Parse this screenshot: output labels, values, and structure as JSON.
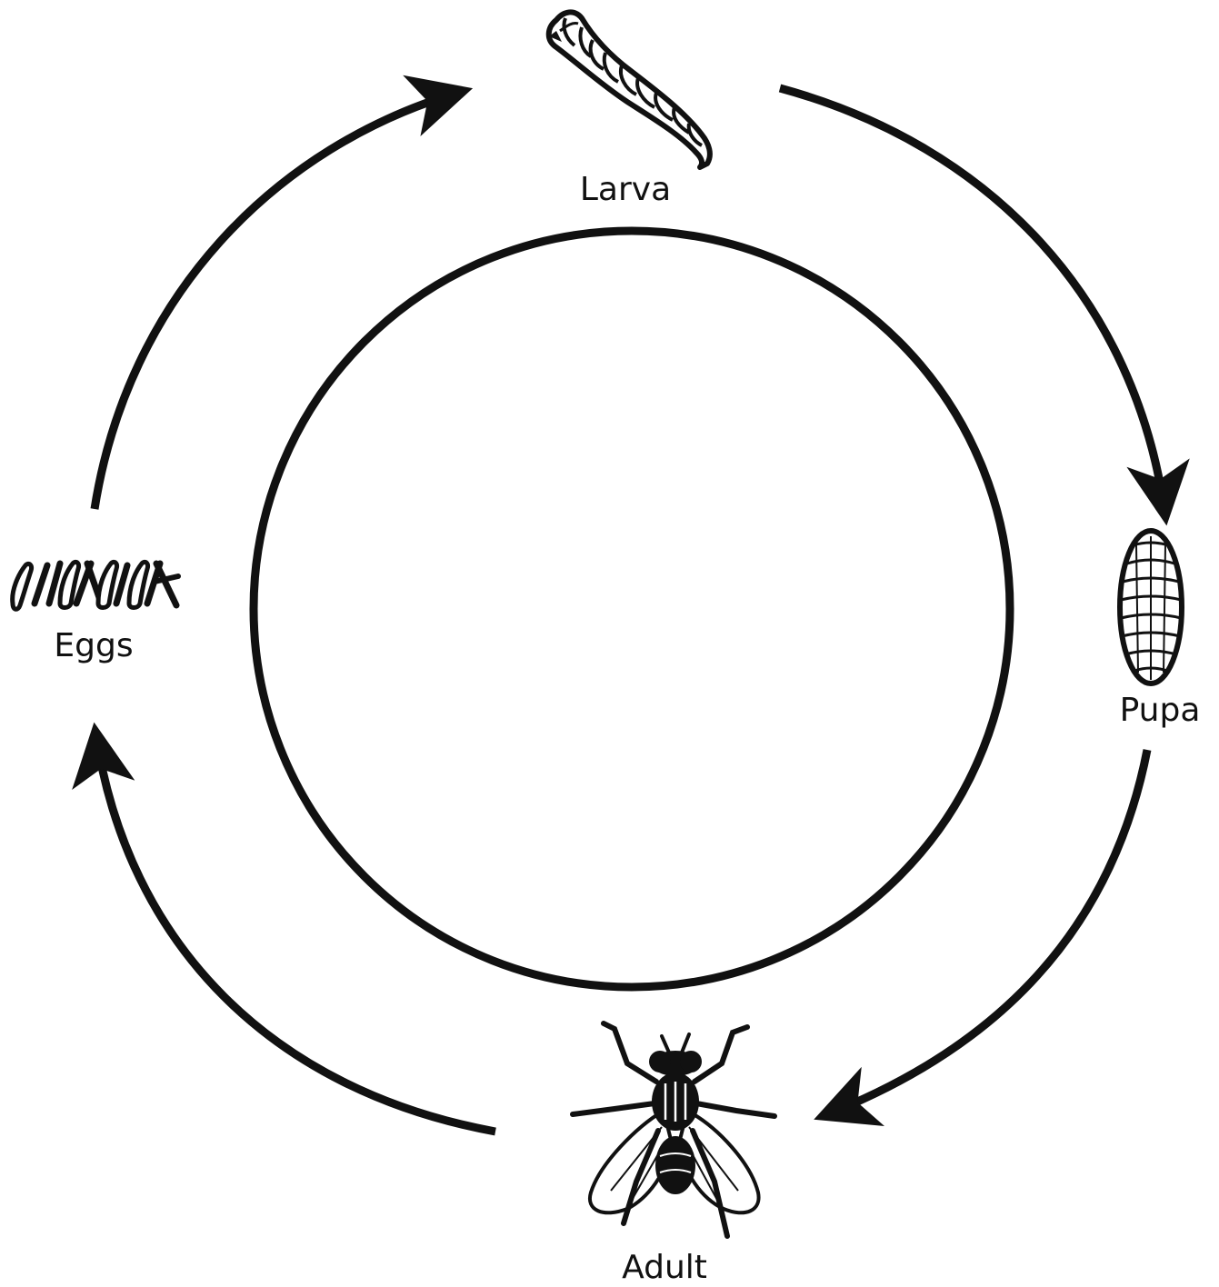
{
  "diagram": {
    "type": "life-cycle",
    "stages": [
      {
        "key": "larva",
        "label": "Larva",
        "icon": "larva-icon"
      },
      {
        "key": "pupa",
        "label": "Pupa",
        "icon": "pupa-icon"
      },
      {
        "key": "adult",
        "label": "Adult",
        "icon": "fly-icon"
      },
      {
        "key": "eggs",
        "label": "Eggs",
        "icon": "eggs-icon"
      }
    ],
    "cycle_order": [
      "Eggs",
      "Larva",
      "Pupa",
      "Adult"
    ],
    "colors": {
      "background": "#ffffff",
      "ink": "#111111"
    }
  }
}
